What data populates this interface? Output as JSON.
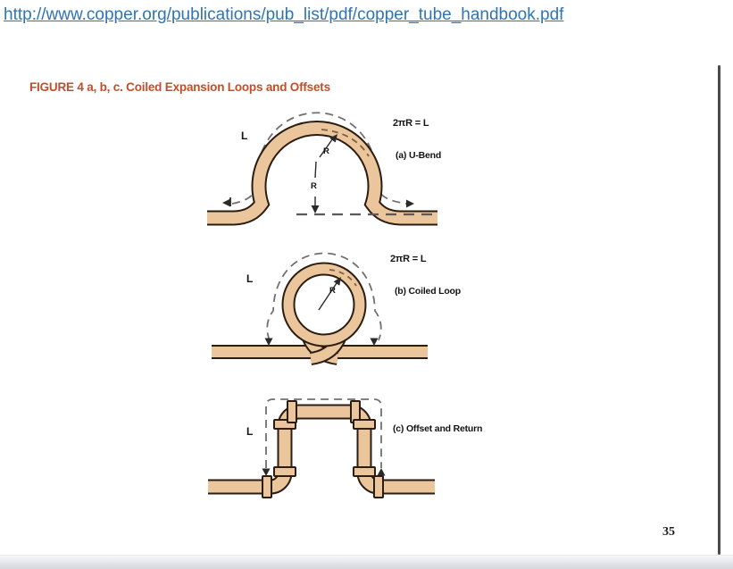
{
  "page": {
    "url_text": "http://www.copper.org/publications/pub_list/pdf/copper_tube_handbook.pdf",
    "page_number": "35"
  },
  "figure": {
    "title": "FIGURE 4 a, b, c. Coiled Expansion Loops and Offsets",
    "diagrams": [
      {
        "id": "a",
        "formula": "2πR = L",
        "caption": "(a) U-Bend",
        "length_label": "L",
        "radius_label": "R",
        "radius_label_2": "R"
      },
      {
        "id": "b",
        "formula": "2πR = L",
        "caption": "(b) Coiled Loop",
        "length_label": "L",
        "radius_label": "R"
      },
      {
        "id": "c",
        "caption": "(c) Offset and Return",
        "length_label": "L"
      }
    ]
  },
  "colors": {
    "pipe_fill": "#ebc69c",
    "pipe_outline": "#2b1d12",
    "dash": "#707070",
    "centerline_dash": "#7d5f43",
    "label": "#141414",
    "title": "#bf4e29",
    "link": "#2f74b5",
    "arrow": "#2a2a2a"
  }
}
